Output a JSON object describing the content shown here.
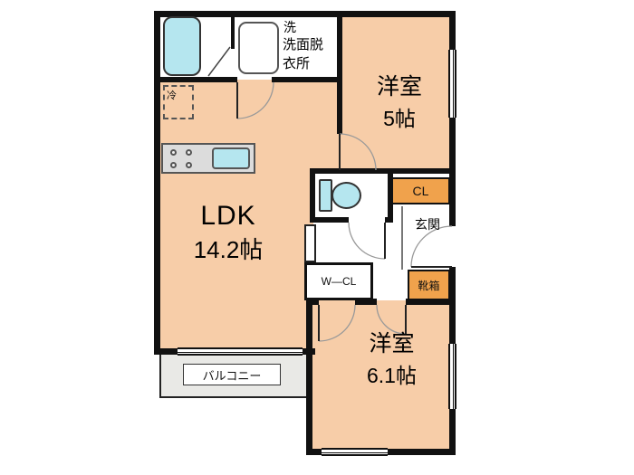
{
  "floorplan": {
    "rooms": {
      "ldk": {
        "name": "LDK",
        "size": "14.2帖"
      },
      "bedroom_5": {
        "name": "洋室",
        "size": "5帖"
      },
      "bedroom_6_1": {
        "name": "洋室",
        "size": "6.1帖"
      },
      "washroom": {
        "name": "洗面脱衣所"
      },
      "entrance": {
        "name": "玄関"
      },
      "balcony": {
        "name": "バルコニー"
      }
    },
    "fixtures": {
      "washer": "洗",
      "fridge": "冷",
      "closet": "CL",
      "walk_in_closet": "W―CL",
      "shoe_box": "靴箱"
    },
    "colors": {
      "room_fill": "#f7cda8",
      "storage_fill": "#f0a24c",
      "water_fill": "#b5e6ef",
      "balcony_fill": "#e9e9e6",
      "counter_fill": "#dcdcdc",
      "wall": "#111111"
    }
  }
}
